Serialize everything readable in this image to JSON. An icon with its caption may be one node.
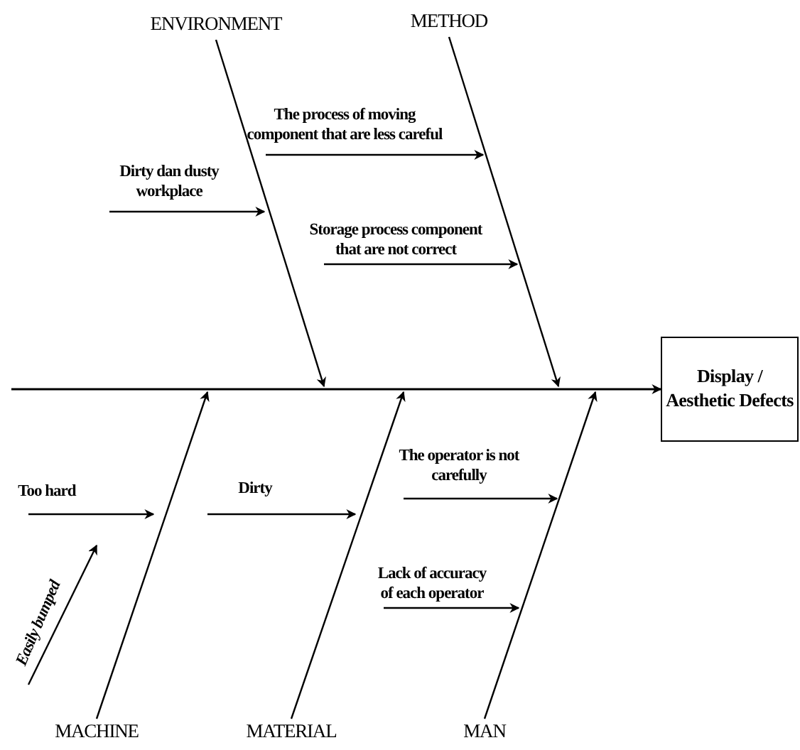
{
  "diagram": {
    "nodes": [
      {
        "text": [
          "ENVIRONMENT"
        ]
      },
      {
        "text": [
          "METHOD"
        ]
      },
      {
        "text": [
          "MACHINE"
        ]
      },
      {
        "text": [
          "MATERIAL"
        ]
      },
      {
        "text": [
          "MAN"
        ]
      },
      {
        "text": [
          "Display / Aesthetic Defects"
        ]
      },
      {
        "text": [
          "Dirty dan dusty workplace"
        ]
      },
      {
        "text": [
          "The process of moving component that are less careful"
        ]
      },
      {
        "text": [
          "Storage process component that are not correct"
        ]
      },
      {
        "text": [
          "Too hard"
        ]
      },
      {
        "text": [
          "Easily bumped"
        ]
      },
      {
        "text": [
          "Dirty"
        ]
      },
      {
        "text": [
          "The operator is not carefully"
        ]
      },
      {
        "text": [
          "Lack of accuracy of each operator"
        ]
      }
    ],
    "edges": [
      {
        "from": null,
        "to": 5,
        "arrow": "to"
      },
      {
        "from": 0,
        "to": null,
        "arrow": "to"
      },
      {
        "from": 1,
        "to": null,
        "arrow": "to"
      },
      {
        "from": 2,
        "to": null,
        "arrow": "to"
      },
      {
        "from": 3,
        "to": null,
        "arrow": "to"
      },
      {
        "from": 4,
        "to": null,
        "arrow": "to"
      },
      {
        "from": 6,
        "to": null,
        "arrow": "to"
      },
      {
        "from": 7,
        "to": null,
        "arrow": "to"
      },
      {
        "from": 8,
        "to": null,
        "arrow": "to"
      },
      {
        "from": 9,
        "to": null,
        "arrow": "to"
      },
      {
        "from": 10,
        "to": null,
        "arrow": "to"
      },
      {
        "from": 11,
        "to": null,
        "arrow": "to"
      },
      {
        "from": 12,
        "to": null,
        "arrow": "to"
      },
      {
        "from": 13,
        "to": null,
        "arrow": "to"
      }
    ]
  }
}
